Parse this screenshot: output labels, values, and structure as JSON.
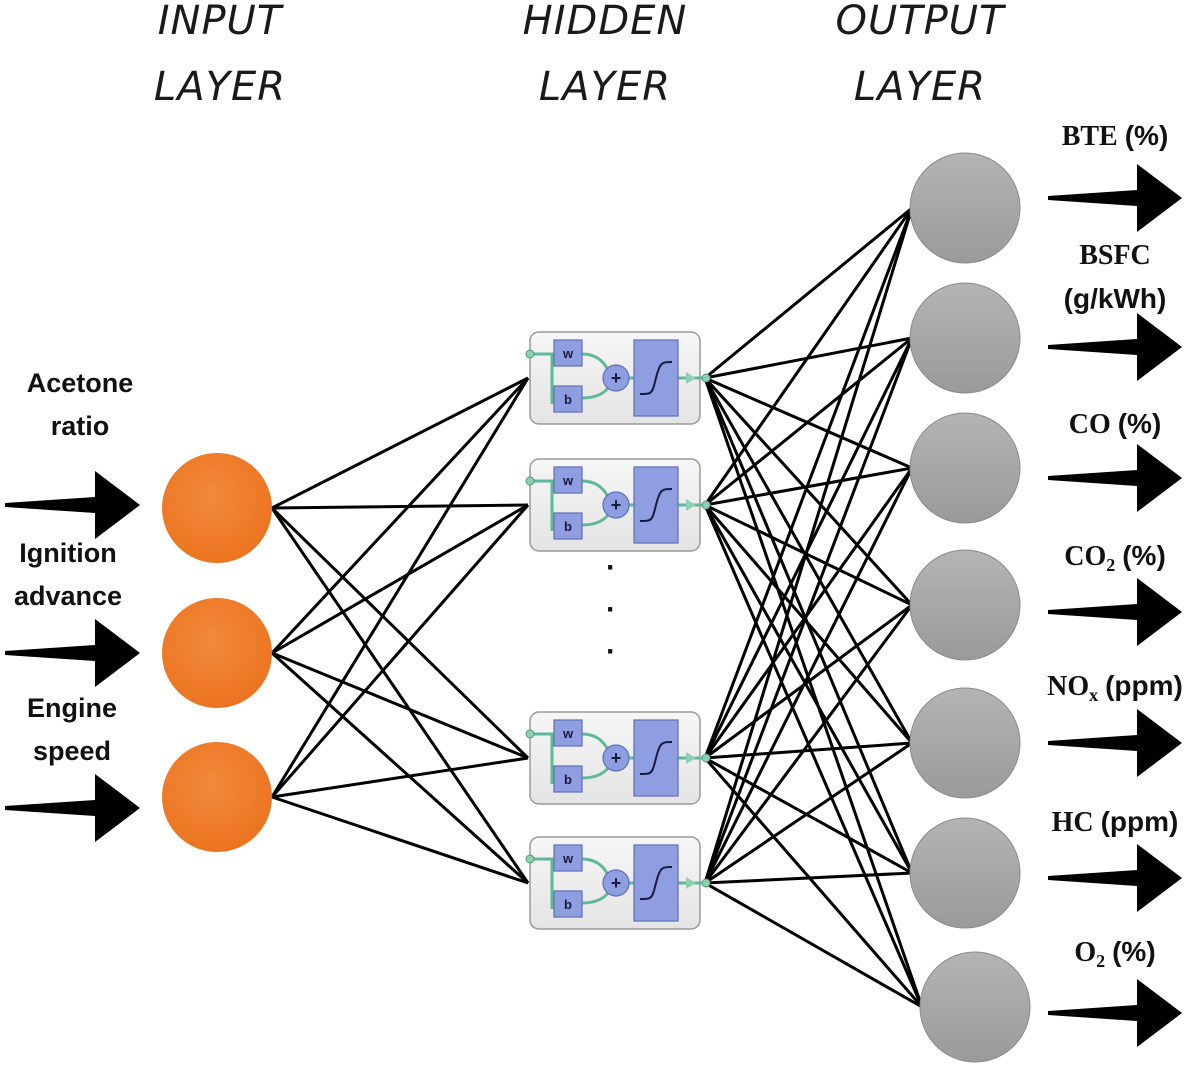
{
  "layers": {
    "input": {
      "line1": "INPUT",
      "line2": "LAYER"
    },
    "hidden": {
      "line1": "HIDDEN",
      "line2": "LAYER"
    },
    "output": {
      "line1": "OUTPUT",
      "line2": "LAYER"
    }
  },
  "inputs": [
    {
      "line1": "Acetone",
      "line2": "ratio"
    },
    {
      "line1": "Ignition",
      "line2": "advance"
    },
    {
      "line1": "Engine",
      "line2": "speed"
    }
  ],
  "hidden_neuron": {
    "weight_label": "w",
    "bias_label": "b",
    "sum_symbol": "+"
  },
  "ellipsis": "·",
  "outputs": [
    {
      "name": "BTE",
      "sub": "",
      "unit": "(%)",
      "unit_line2": ""
    },
    {
      "name": "BSFC",
      "sub": "",
      "unit": "",
      "unit_line2": "(g/kWh)"
    },
    {
      "name": "CO",
      "sub": "",
      "unit": "(%)",
      "unit_line2": ""
    },
    {
      "name": "CO",
      "sub": "2",
      "unit": "(%)",
      "unit_line2": ""
    },
    {
      "name": "NO",
      "sub": "x",
      "unit": "(ppm)",
      "unit_line2": ""
    },
    {
      "name": "HC",
      "sub": "",
      "unit": "(ppm)",
      "unit_line2": ""
    },
    {
      "name": "O",
      "sub": "2",
      "unit": "(%)",
      "unit_line2": ""
    }
  ],
  "colors": {
    "input_node": "#f07a2a",
    "output_node": "#a9a9a9",
    "hidden_box": "#eeeeee",
    "hidden_block": "#8e9ee0",
    "connection": "#000000",
    "arrow": "#000000"
  }
}
